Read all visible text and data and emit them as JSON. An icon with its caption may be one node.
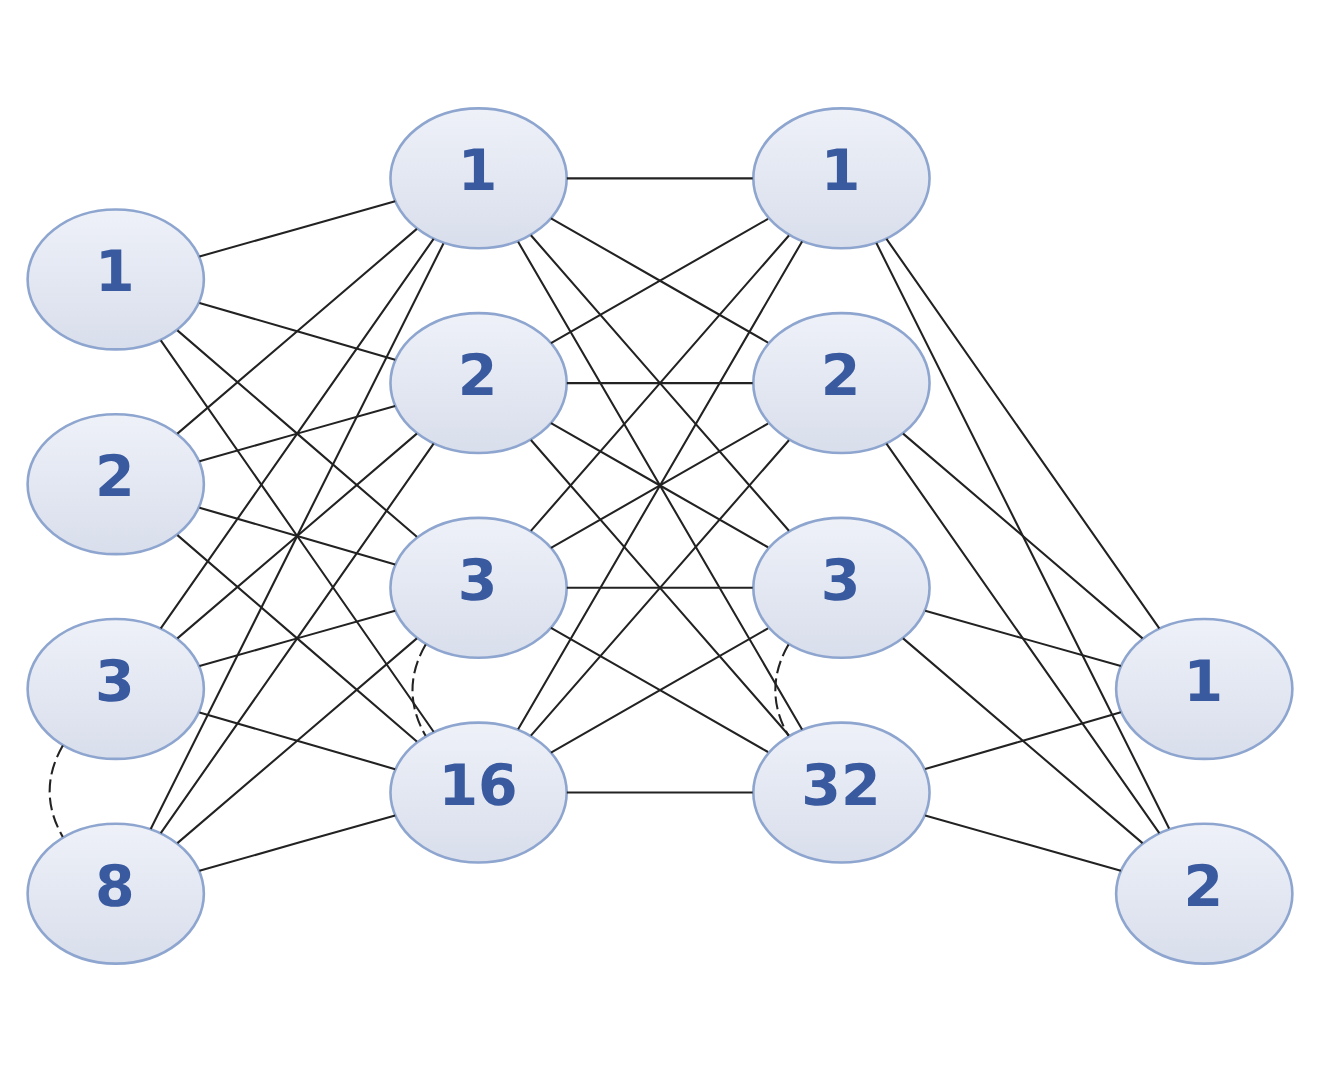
{
  "diagram": {
    "nodes": [
      {
        "text": [
          "1"
        ]
      },
      {
        "text": [
          "2"
        ]
      },
      {
        "text": [
          "3"
        ]
      },
      {
        "text": [
          "8"
        ]
      },
      {
        "text": [
          "1"
        ]
      },
      {
        "text": [
          "2"
        ]
      },
      {
        "text": [
          "3"
        ]
      },
      {
        "text": [
          "16"
        ]
      },
      {
        "text": [
          "1"
        ]
      },
      {
        "text": [
          "2"
        ]
      },
      {
        "text": [
          "3"
        ]
      },
      {
        "text": [
          "32"
        ]
      },
      {
        "text": [
          "1"
        ]
      },
      {
        "text": [
          "2"
        ]
      }
    ],
    "edges": [
      {
        "from": 0,
        "to": 4,
        "arrow": "none"
      },
      {
        "from": 0,
        "to": 5,
        "arrow": "none"
      },
      {
        "from": 0,
        "to": 6,
        "arrow": "none"
      },
      {
        "from": 0,
        "to": 7,
        "arrow": "none"
      },
      {
        "from": 1,
        "to": 4,
        "arrow": "none"
      },
      {
        "from": 1,
        "to": 5,
        "arrow": "none"
      },
      {
        "from": 1,
        "to": 6,
        "arrow": "none"
      },
      {
        "from": 1,
        "to": 7,
        "arrow": "none"
      },
      {
        "from": 2,
        "to": 4,
        "arrow": "none"
      },
      {
        "from": 2,
        "to": 5,
        "arrow": "none"
      },
      {
        "from": 2,
        "to": 6,
        "arrow": "none"
      },
      {
        "from": 2,
        "to": 7,
        "arrow": "none"
      },
      {
        "from": 3,
        "to": 4,
        "arrow": "none"
      },
      {
        "from": 3,
        "to": 5,
        "arrow": "none"
      },
      {
        "from": 3,
        "to": 6,
        "arrow": "none"
      },
      {
        "from": 3,
        "to": 7,
        "arrow": "none"
      },
      {
        "from": 4,
        "to": 8,
        "arrow": "none"
      },
      {
        "from": 4,
        "to": 9,
        "arrow": "none"
      },
      {
        "from": 4,
        "to": 10,
        "arrow": "none"
      },
      {
        "from": 4,
        "to": 11,
        "arrow": "none"
      },
      {
        "from": 5,
        "to": 8,
        "arrow": "none"
      },
      {
        "from": 5,
        "to": 9,
        "arrow": "none"
      },
      {
        "from": 5,
        "to": 10,
        "arrow": "none"
      },
      {
        "from": 5,
        "to": 11,
        "arrow": "none"
      },
      {
        "from": 6,
        "to": 8,
        "arrow": "none"
      },
      {
        "from": 6,
        "to": 9,
        "arrow": "none"
      },
      {
        "from": 6,
        "to": 10,
        "arrow": "none"
      },
      {
        "from": 6,
        "to": 11,
        "arrow": "none"
      },
      {
        "from": 7,
        "to": 8,
        "arrow": "none"
      },
      {
        "from": 7,
        "to": 9,
        "arrow": "none"
      },
      {
        "from": 7,
        "to": 10,
        "arrow": "none"
      },
      {
        "from": 7,
        "to": 11,
        "arrow": "none"
      },
      {
        "from": 8,
        "to": 12,
        "arrow": "none"
      },
      {
        "from": 8,
        "to": 13,
        "arrow": "none"
      },
      {
        "from": 9,
        "to": 12,
        "arrow": "none"
      },
      {
        "from": 9,
        "to": 13,
        "arrow": "none"
      },
      {
        "from": 10,
        "to": 12,
        "arrow": "none"
      },
      {
        "from": 10,
        "to": 13,
        "arrow": "none"
      },
      {
        "from": 11,
        "to": 12,
        "arrow": "none"
      },
      {
        "from": 11,
        "to": 13,
        "arrow": "none"
      },
      {
        "from": 2,
        "to": 3,
        "arrow": "none",
        "style": "dashed"
      },
      {
        "from": 6,
        "to": 7,
        "arrow": "none",
        "style": "dashed"
      },
      {
        "from": 10,
        "to": 11,
        "arrow": "none",
        "style": "dashed"
      }
    ]
  }
}
